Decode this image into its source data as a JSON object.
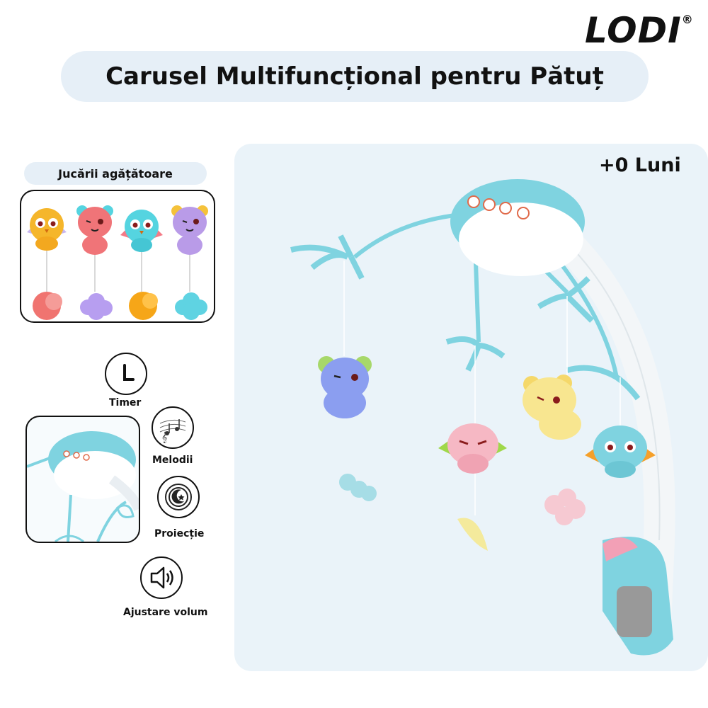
{
  "brand": {
    "name": "LODI",
    "mark": "®"
  },
  "title": "Carusel Multifuncțional pentru Pătuț",
  "age_badge": "+0 Luni",
  "hanging_toys": {
    "label": "Jucării agățătoare",
    "toys": [
      {
        "icon": "owl-toy-icon",
        "color": "#f5b62b"
      },
      {
        "icon": "cat-toy-icon",
        "color": "#f07478"
      },
      {
        "icon": "owl-toy-icon",
        "color": "#55d4e0"
      },
      {
        "icon": "cat-toy-icon",
        "color": "#b99be8"
      }
    ],
    "rattles": [
      {
        "icon": "moon-rattle-icon",
        "color": "#f07470"
      },
      {
        "icon": "cloud-rattle-icon",
        "color": "#b79ef0"
      },
      {
        "icon": "moon-rattle-icon",
        "color": "#f6a618"
      },
      {
        "icon": "cloud-rattle-icon",
        "color": "#5fd3e2"
      }
    ]
  },
  "features": [
    {
      "icon": "clock-icon",
      "label": "Timer"
    },
    {
      "icon": "music-notes-icon",
      "label": "Melodii"
    },
    {
      "icon": "moon-projection-icon",
      "label": "Proiecție"
    },
    {
      "icon": "speaker-icon",
      "label": "Ajustare volum"
    }
  ],
  "colors": {
    "pill": "#e6eff7",
    "hero_bg": "#eaf3f9",
    "mobile_blue": "#7fd3e0",
    "text": "#111111"
  }
}
